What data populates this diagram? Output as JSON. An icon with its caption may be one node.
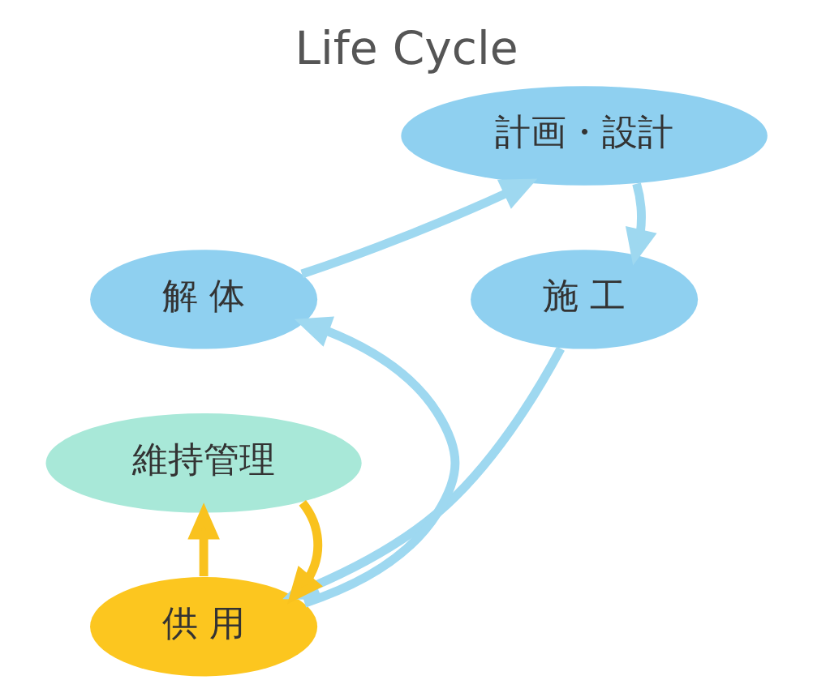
{
  "diagram": {
    "title": "Life Cycle",
    "nodes": [
      {
        "text": [
          "計画・設計"
        ]
      },
      {
        "text": [
          "施 工"
        ]
      },
      {
        "text": [
          "解 体"
        ]
      },
      {
        "text": [
          "維持管理"
        ]
      },
      {
        "text": [
          "供 用"
        ]
      }
    ],
    "edges": [
      {
        "from": 0,
        "to": 1,
        "arrow": "to"
      },
      {
        "from": 1,
        "to": 4,
        "arrow": "to"
      },
      {
        "from": 4,
        "to": 2,
        "arrow": "to"
      },
      {
        "from": 2,
        "to": 0,
        "arrow": "to"
      },
      {
        "from": 4,
        "to": 3,
        "arrow": "to",
        "color": "#f9c21e"
      },
      {
        "from": 3,
        "to": 4,
        "arrow": "to",
        "color": "#f9c21e"
      }
    ]
  }
}
